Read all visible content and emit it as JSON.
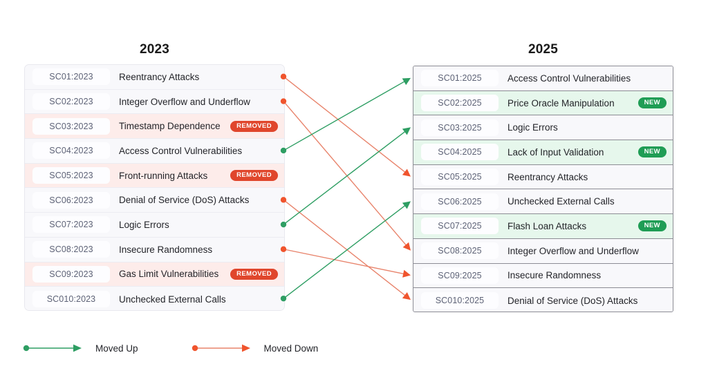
{
  "columns": {
    "left": {
      "title": "2023"
    },
    "right": {
      "title": "2025"
    }
  },
  "left_list": [
    {
      "id": "SC01:2023",
      "name": "Reentrancy Attacks",
      "state": "moved",
      "tag": ""
    },
    {
      "id": "SC02:2023",
      "name": "Integer Overflow and Underflow",
      "state": "moved",
      "tag": ""
    },
    {
      "id": "SC03:2023",
      "name": "Timestamp Dependence",
      "state": "removed",
      "tag": "REMOVED"
    },
    {
      "id": "SC04:2023",
      "name": "Access Control Vulnerabilities",
      "state": "moved",
      "tag": ""
    },
    {
      "id": "SC05:2023",
      "name": "Front-running Attacks",
      "state": "removed",
      "tag": "REMOVED"
    },
    {
      "id": "SC06:2023",
      "name": "Denial of Service (DoS) Attacks",
      "state": "moved",
      "tag": ""
    },
    {
      "id": "SC07:2023",
      "name": "Logic Errors",
      "state": "moved",
      "tag": ""
    },
    {
      "id": "SC08:2023",
      "name": "Insecure Randomness",
      "state": "moved",
      "tag": ""
    },
    {
      "id": "SC09:2023",
      "name": "Gas Limit Vulnerabilities",
      "state": "removed",
      "tag": "REMOVED"
    },
    {
      "id": "SC010:2023",
      "name": "Unchecked External Calls",
      "state": "moved",
      "tag": ""
    }
  ],
  "right_list": [
    {
      "id": "SC01:2025",
      "name": "Access Control Vulnerabilities",
      "state": "moved",
      "tag": ""
    },
    {
      "id": "SC02:2025",
      "name": "Price Oracle Manipulation",
      "state": "added",
      "tag": "NEW"
    },
    {
      "id": "SC03:2025",
      "name": "Logic Errors",
      "state": "moved",
      "tag": ""
    },
    {
      "id": "SC04:2025",
      "name": "Lack of Input Validation",
      "state": "added",
      "tag": "NEW"
    },
    {
      "id": "SC05:2025",
      "name": "Reentrancy Attacks",
      "state": "moved",
      "tag": ""
    },
    {
      "id": "SC06:2025",
      "name": "Unchecked External Calls",
      "state": "moved",
      "tag": ""
    },
    {
      "id": "SC07:2025",
      "name": "Flash Loan Attacks",
      "state": "added",
      "tag": "NEW"
    },
    {
      "id": "SC08:2025",
      "name": "Integer Overflow and Underflow",
      "state": "moved",
      "tag": ""
    },
    {
      "id": "SC09:2025",
      "name": "Insecure Randomness",
      "state": "moved",
      "tag": ""
    },
    {
      "id": "SC010:2025",
      "name": "Denial of Service (DoS) Attacks",
      "state": "moved",
      "tag": ""
    }
  ],
  "connections": [
    {
      "from": 1,
      "to": 5,
      "direction": "down"
    },
    {
      "from": 2,
      "to": 8,
      "direction": "down"
    },
    {
      "from": 4,
      "to": 1,
      "direction": "up"
    },
    {
      "from": 6,
      "to": 10,
      "direction": "down"
    },
    {
      "from": 7,
      "to": 3,
      "direction": "up"
    },
    {
      "from": 8,
      "to": 9,
      "direction": "down"
    },
    {
      "from": 10,
      "to": 6,
      "direction": "up"
    }
  ],
  "legend": {
    "items": [
      {
        "label": "Moved Up",
        "direction": "up"
      },
      {
        "label": "Moved Down",
        "direction": "down"
      }
    ]
  },
  "colors": {
    "moved_up": "#2e9e63",
    "moved_down": "#e8836b",
    "arrow_down": "#f0542d",
    "removed_badge": "#e0462c",
    "new_badge": "#1f9d55",
    "removed_row": "#fdecea",
    "added_row": "#e6f7ec",
    "row_bg": "#f8f8fb",
    "panel_border_right": "#8c8c94",
    "panel_border_left": "#e8e8ee",
    "text": "#232429",
    "id_text": "#5d6276"
  }
}
